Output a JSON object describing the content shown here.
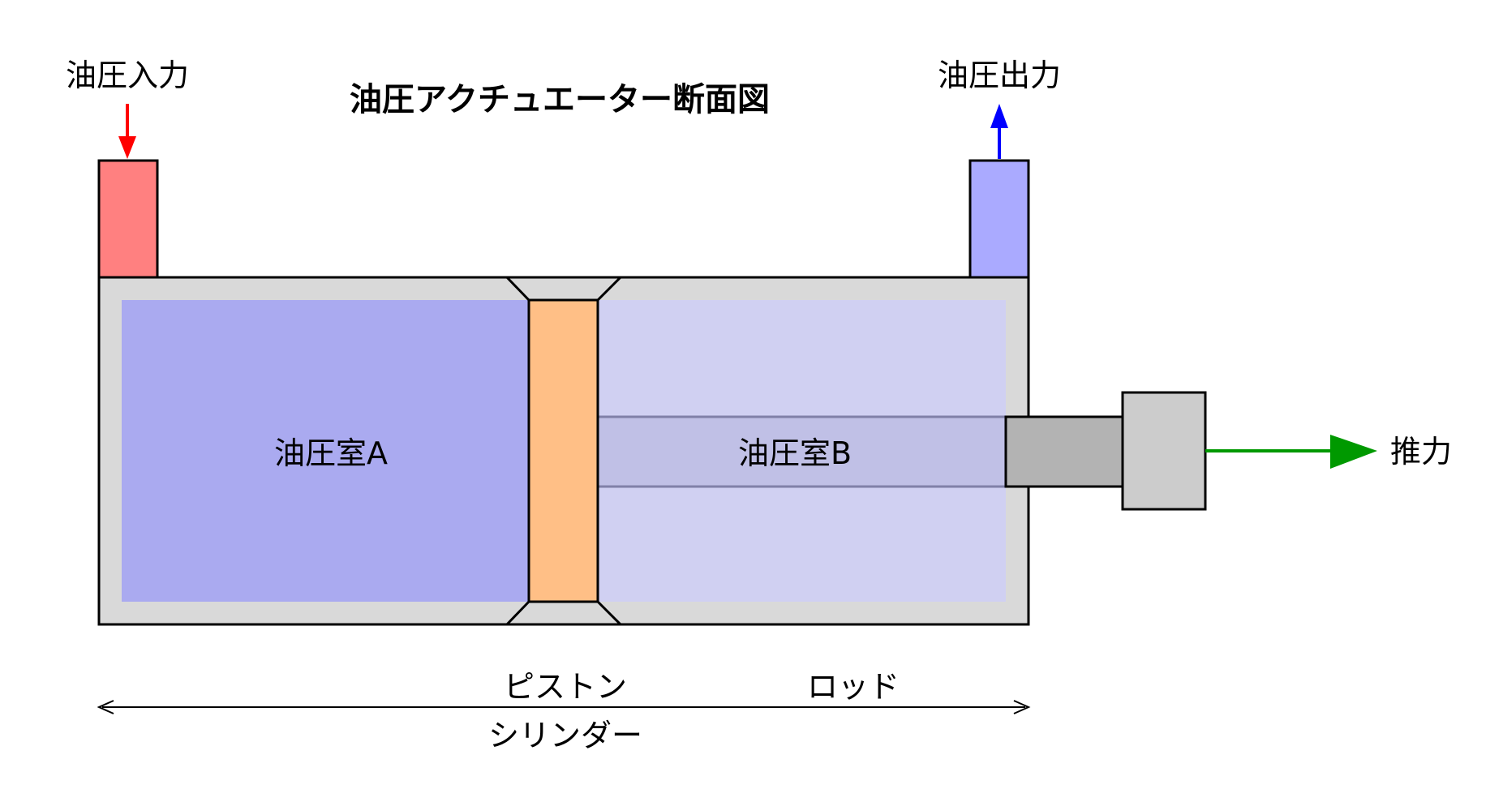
{
  "title": "油圧アクチュエーター断面図",
  "labels": {
    "input": "油圧入力",
    "output": "油圧出力",
    "chamber_a": "油圧室A",
    "chamber_b": "油圧室B",
    "thrust": "推力",
    "piston": "ピストン",
    "rod": "ロッド",
    "cylinder": "シリンダー"
  },
  "colors": {
    "input_port": "#ff8080",
    "output_port": "#aaaaff",
    "cylinder_wall": "#d9d9d9",
    "chamber_a": "#aaaaf0",
    "chamber_b": "#d0d0f2",
    "piston": "#ffbf86",
    "rod_inside": "#c0c0e6",
    "rod_outside": "#b3b3b3",
    "rod_end": "#cccccc",
    "input_arrow": "#ff0000",
    "output_arrow": "#0000ff",
    "thrust_arrow": "#009900"
  }
}
